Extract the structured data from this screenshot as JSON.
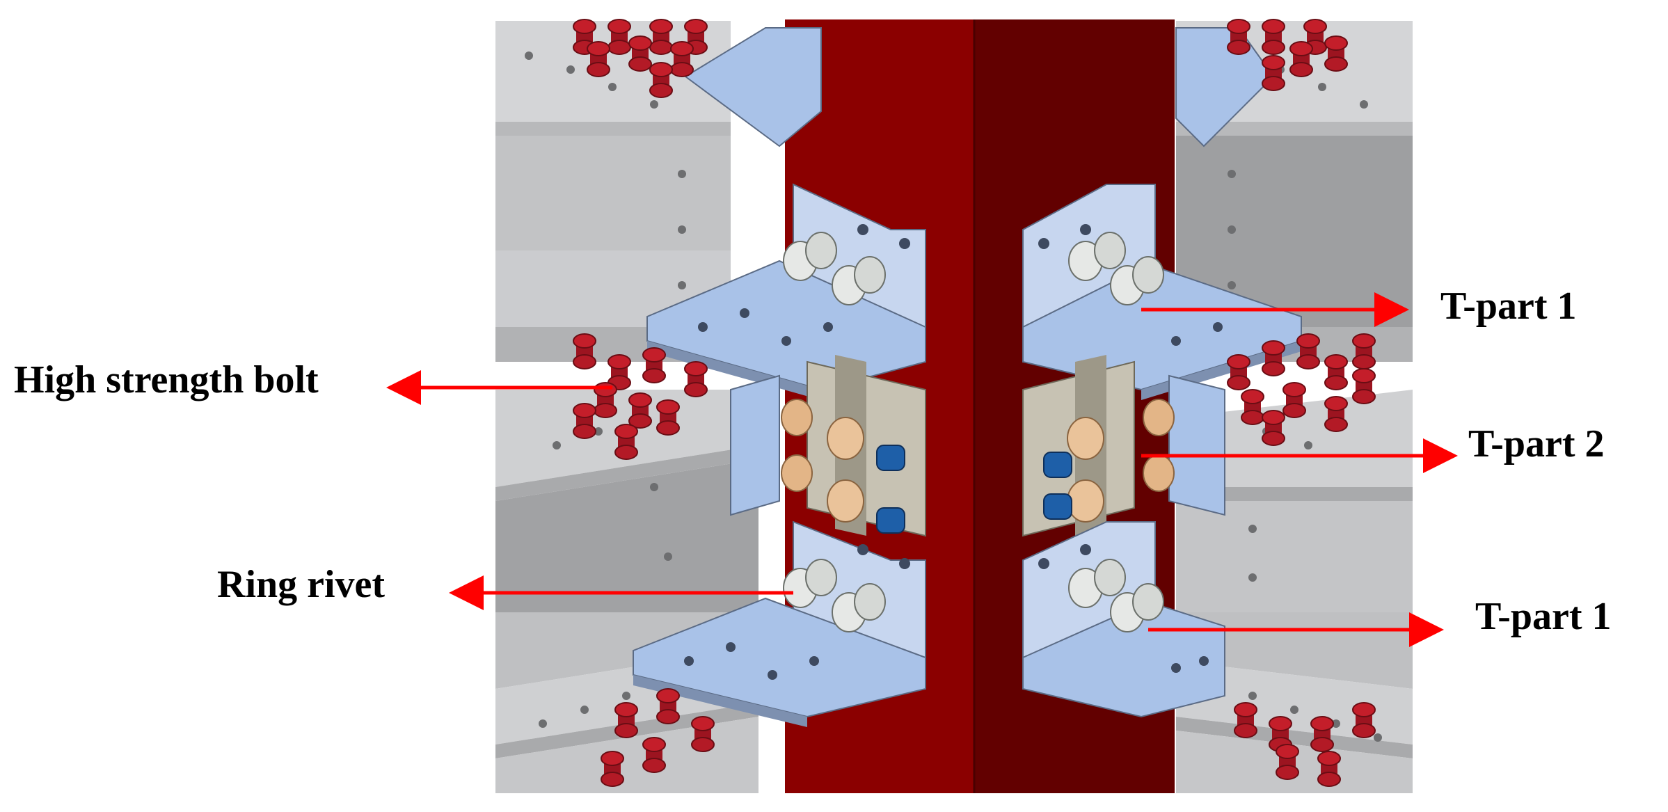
{
  "figure": {
    "labels": {
      "t_part_1_upper": "T-part 1",
      "t_part_2": "T-part 2",
      "t_part_1_lower": "T-part 1",
      "high_strength_bolt": "High strength bolt",
      "ring_rivet": "Ring rivet"
    },
    "colors": {
      "column_left": "#8b0000",
      "column_right": "#620000",
      "beam": "#cfd0d2",
      "beam_shade": "#a9aaac",
      "t_part_1": "#a9c2e8",
      "t_part_2": "#c7c2b3",
      "high_strength_bolt": "#c41e2a",
      "ring_rivet": "#e6e8e6",
      "copper_bolt": "#e3b587",
      "blue_bolt": "#1e5fa8",
      "arrow": "#ff0000"
    }
  }
}
